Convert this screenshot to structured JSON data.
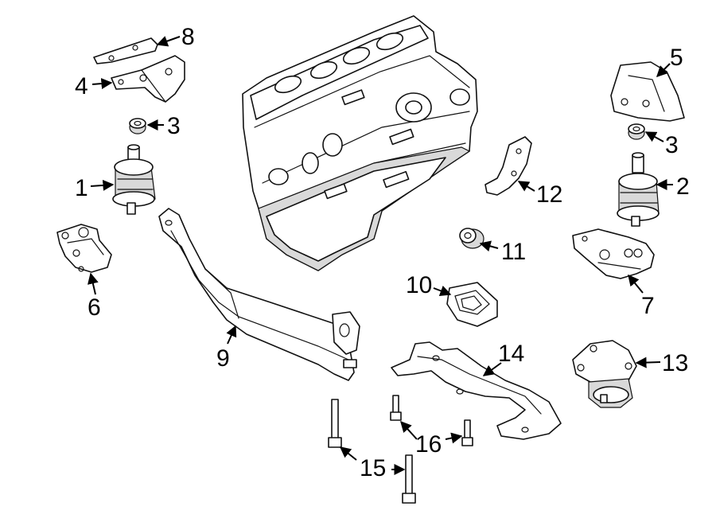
{
  "diagram": {
    "callouts": [
      {
        "id": "c1",
        "text": "1"
      },
      {
        "id": "c2",
        "text": "2"
      },
      {
        "id": "c3a",
        "text": "3"
      },
      {
        "id": "c3b",
        "text": "3"
      },
      {
        "id": "c4",
        "text": "4"
      },
      {
        "id": "c5",
        "text": "5"
      },
      {
        "id": "c6",
        "text": "6"
      },
      {
        "id": "c7",
        "text": "7"
      },
      {
        "id": "c8",
        "text": "8"
      },
      {
        "id": "c9",
        "text": "9"
      },
      {
        "id": "c10",
        "text": "10"
      },
      {
        "id": "c11",
        "text": "11"
      },
      {
        "id": "c12",
        "text": "12"
      },
      {
        "id": "c13",
        "text": "13"
      },
      {
        "id": "c14",
        "text": "14"
      },
      {
        "id": "c15",
        "text": "15"
      },
      {
        "id": "c16",
        "text": "16"
      }
    ],
    "colors": {
      "line": "#111111",
      "background": "#ffffff",
      "shade": "#d9d9d9"
    }
  }
}
